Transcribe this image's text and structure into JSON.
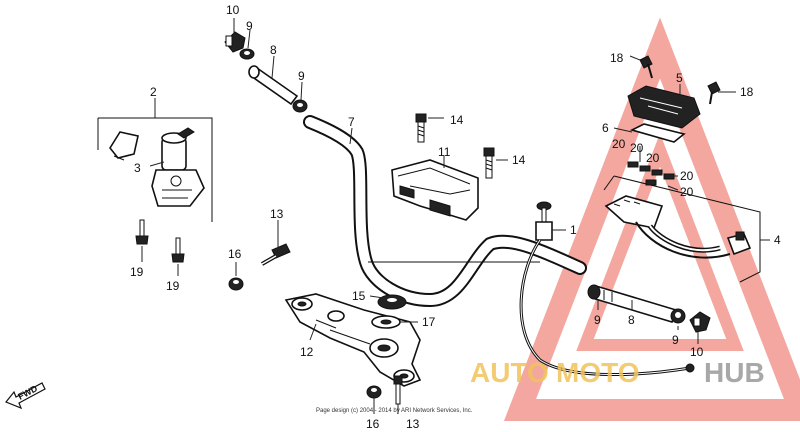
{
  "diagram": {
    "callouts": [
      {
        "id": "c10a",
        "text": "10"
      },
      {
        "id": "c9a",
        "text": "9"
      },
      {
        "id": "c8a",
        "text": "8"
      },
      {
        "id": "c9b",
        "text": "9"
      },
      {
        "id": "c2",
        "text": "2"
      },
      {
        "id": "c3",
        "text": "3"
      },
      {
        "id": "c7",
        "text": "7"
      },
      {
        "id": "c14a",
        "text": "14"
      },
      {
        "id": "c11",
        "text": "11"
      },
      {
        "id": "c14b",
        "text": "14"
      },
      {
        "id": "c18a",
        "text": "18"
      },
      {
        "id": "c5",
        "text": "5"
      },
      {
        "id": "c18b",
        "text": "18"
      },
      {
        "id": "c6",
        "text": "6"
      },
      {
        "id": "c20a",
        "text": "20"
      },
      {
        "id": "c20b",
        "text": "20"
      },
      {
        "id": "c20c",
        "text": "20"
      },
      {
        "id": "c20d",
        "text": "20"
      },
      {
        "id": "c20e",
        "text": "20"
      },
      {
        "id": "c4",
        "text": "4"
      },
      {
        "id": "c1",
        "text": "1"
      },
      {
        "id": "c13a",
        "text": "13"
      },
      {
        "id": "c16a",
        "text": "16"
      },
      {
        "id": "c19a",
        "text": "19"
      },
      {
        "id": "c19b",
        "text": "19"
      },
      {
        "id": "c15",
        "text": "15"
      },
      {
        "id": "c17",
        "text": "17"
      },
      {
        "id": "c12",
        "text": "12"
      },
      {
        "id": "c9c",
        "text": "9"
      },
      {
        "id": "c8b",
        "text": "8"
      },
      {
        "id": "c9d",
        "text": "9"
      },
      {
        "id": "c10b",
        "text": "10"
      },
      {
        "id": "c16b",
        "text": "16"
      },
      {
        "id": "c13b",
        "text": "13"
      }
    ],
    "fwd_label": "FWD",
    "copyright": "Page design (c) 2004 - 2014 by ARI Network Services, Inc."
  },
  "watermark": {
    "text_auto": "AUTO",
    "text_moto": "MOTO",
    "text_hub": "HUB",
    "colors": {
      "triangle": "#f08a80",
      "auto": "#f2c35b",
      "moto": "#f2c35b",
      "hub": "#9a9a9a"
    }
  }
}
